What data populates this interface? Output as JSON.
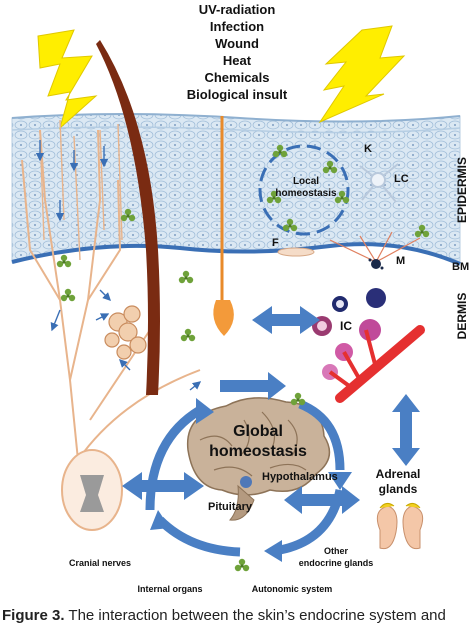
{
  "insults": [
    "UV-radiation",
    "Infection",
    "Wound",
    "Heat",
    "Chemicals",
    "Biological insult"
  ],
  "labels": {
    "epidermis": "EPIDERMIS",
    "dermis": "DERMIS",
    "bm": "BM",
    "k": "K",
    "lc": "LC",
    "m": "M",
    "f": "F",
    "ic": "IC",
    "local_line1": "Local",
    "local_line2": "homeostasis",
    "global_line1": "Global",
    "global_line2": "homeostasis",
    "hypothalamus": "Hypothalamus",
    "pituitary": "Pituitary",
    "adrenal_line1": "Adrenal",
    "adrenal_line2": "glands",
    "cranial_nerves": "Cranial nerves",
    "internal_organs": "Internal organs",
    "autonomic_system": "Autonomic system",
    "other_line1": "Other",
    "other_line2": "endocrine glands"
  },
  "caption": {
    "prefix": "Figure 3.",
    "text": "The interaction between the skin’s endocrine system and"
  },
  "colors": {
    "epidermis": "#d7e6f2",
    "membrane": "#3a6fb5",
    "arrow": "#4a7fc4",
    "hair": "#7a2b12",
    "lightning": "#ffee00",
    "nerve": "#e8b48c",
    "vessel": "#e53030",
    "molecule": "#6fa23a"
  }
}
